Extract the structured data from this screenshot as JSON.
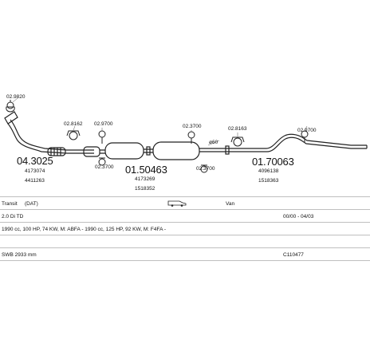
{
  "parts": {
    "p1_ring": "02.9820",
    "p2_ring": "02.8162",
    "p3_ring": "02.9700",
    "p4_ring": "02.3700",
    "p5_ring": "02.3700",
    "p6_ring": "02.3700",
    "p7_ring": "02.8163",
    "p8_ring": "02.9700"
  },
  "main_parts": [
    {
      "code": "04.3025",
      "ref1": "4173074",
      "ref2": "4411263"
    },
    {
      "code": "01.50463",
      "ref1": "4173269",
      "ref2": "1518352"
    },
    {
      "code": "01.70063",
      "ref1": "4096138",
      "ref2": "1518363"
    }
  ],
  "dim_label": "ø60",
  "vehicle": {
    "model": "Transit",
    "model_code": "(DAT)",
    "type": "Van",
    "engine": "2.0 Di TD",
    "years": "00/00 - 04/03",
    "specs": "1990 cc, 100 HP, 74 KW, M: ABFA - 1990 cc, 125 HP, 92 KW, M: F4FA -",
    "wheelbase": "SWB 2933 mm",
    "catalog_no": "C110477"
  }
}
